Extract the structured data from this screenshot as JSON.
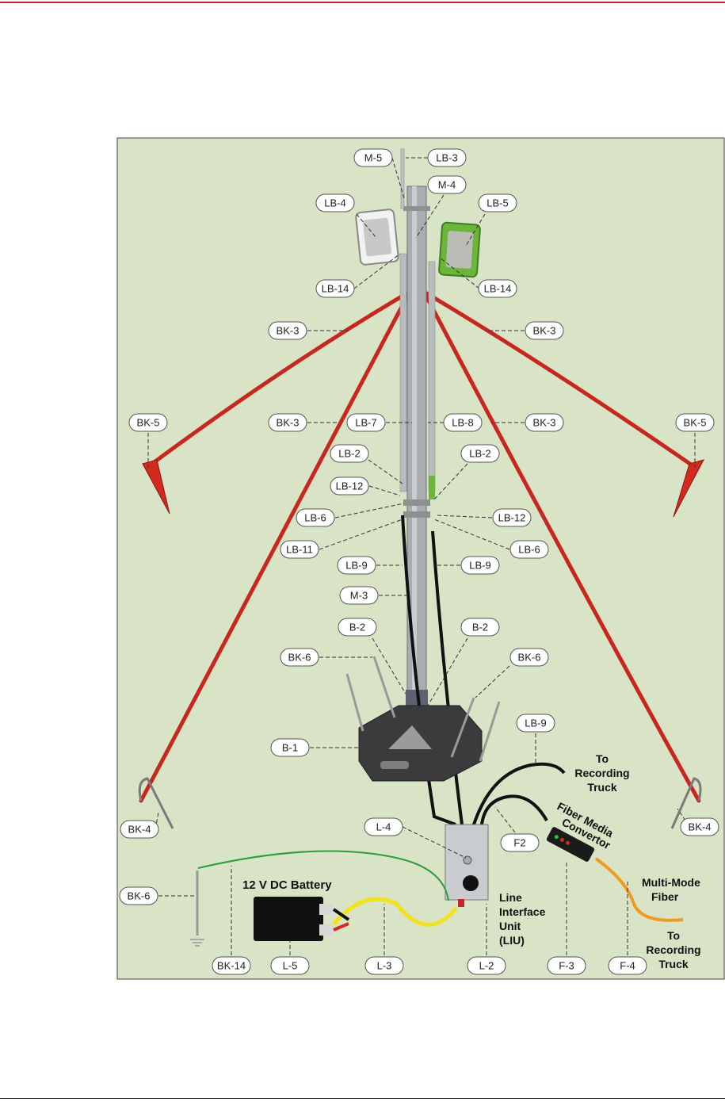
{
  "labels": {
    "m5": "M-5",
    "lb3": "LB-3",
    "m4": "M-4",
    "lb4": "LB-4",
    "lb5": "LB-5",
    "lb14_left": "LB-14",
    "lb14_right": "LB-14",
    "bk3_ul": "BK-3",
    "bk3_ur": "BK-3",
    "bk3_ml": "BK-3",
    "bk3_mr": "BK-3",
    "lb7": "LB-7",
    "lb8": "LB-8",
    "bk5_left": "BK-5",
    "bk5_right": "BK-5",
    "lb2_left": "LB-2",
    "lb2_right": "LB-2",
    "lb12_left": "LB-12",
    "lb12_right": "LB-12",
    "lb6_left": "LB-6",
    "lb6_right": "LB-6",
    "lb11": "LB-11",
    "lb9_left": "LB-9",
    "lb9_right": "LB-9",
    "lb9_lower": "LB-9",
    "m3": "M-3",
    "b2_left": "B-2",
    "b2_right": "B-2",
    "bk6_left": "BK-6",
    "bk6_right": "BK-6",
    "bk6_ground": "BK-6",
    "b1": "B-1",
    "bk4_left": "BK-4",
    "bk4_right": "BK-4",
    "l4": "L-4",
    "f2": "F2",
    "bk14": "BK-14",
    "l5": "L-5",
    "l3": "L-3",
    "l2": "L-2",
    "f3": "F-3",
    "f4": "F-4"
  },
  "text": {
    "to_recording_truck_1": [
      "To",
      "Recording",
      "Truck"
    ],
    "to_recording_truck_2": [
      "To",
      "Recording",
      "Truck"
    ],
    "battery": "12 V DC Battery",
    "liu": [
      "Line",
      "Interface",
      "Unit",
      "(LIU)"
    ],
    "fiber_media_convertor": [
      "Fiber Media",
      "Convertor"
    ],
    "multimode_fiber": [
      "Multi-Mode",
      "Fiber"
    ]
  },
  "colors": {
    "background": "#d9e3c6",
    "guy_rope": "#c7271f",
    "mast": "#a9adb0",
    "base": "#3b3b3d",
    "cable": "#111111",
    "ground_wire": "#2e9c3c",
    "power_cable": "#f3e21a",
    "fiber": "#f29a1c",
    "antenna_right_frame": "#6bb53a"
  }
}
